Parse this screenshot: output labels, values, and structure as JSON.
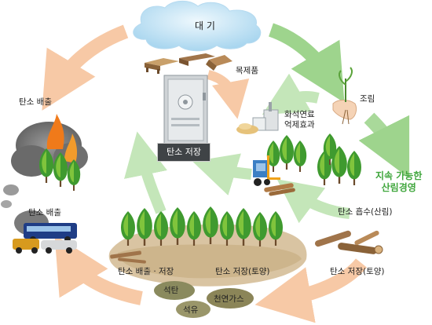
{
  "labels": {
    "atmosphere": "대 기",
    "wood_products": "목제품",
    "afforestation": "조림",
    "fossil_substitution": "화석연료\n억제효과",
    "carbon_storage": "탄소 저장",
    "sustainable_forest": "지속 가능한\n산림경영",
    "carbon_emission_fire": "탄소 배출",
    "carbon_emission_vehicles": "탄소 배출",
    "carbon_absorption": "탄소 흡수(산림)",
    "carbon_storage_soil_right": "탄소 저장(토양)",
    "carbon_emission_storage": "탄소 배출 · 저장",
    "carbon_storage_soil_center": "탄소 저장(토양)",
    "coal": "석탄",
    "natural_gas": "천연가스",
    "oil": "석유"
  },
  "colors": {
    "outer_arrow": "#f7c9a6",
    "inner_arrow": "#bfe3b3",
    "green_arrow": "#9ed48d",
    "tree_dark": "#3f8f2f",
    "tree_light": "#8cc63f",
    "soil": "#d9c4a2",
    "sky": "#c8e5f5",
    "smoke": "#7d7d7d",
    "fire": "#f07a1a",
    "storage_label_bg": "#3f4346"
  }
}
